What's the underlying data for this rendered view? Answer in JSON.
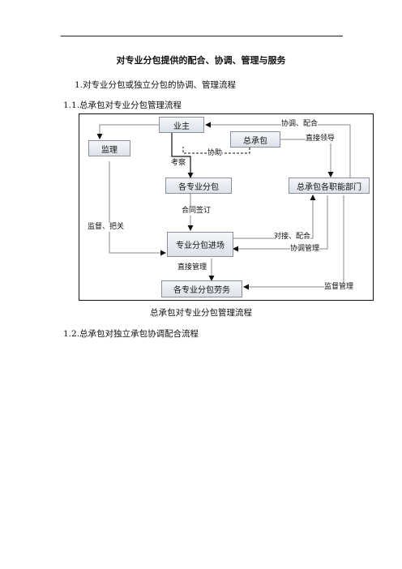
{
  "doc": {
    "title": "对专业分包提供的配合、协调、管理与服务",
    "heading1": "1.对专业分包或独立分包的协调、管理流程",
    "heading2": "1.1.总承包对专业分包管理流程",
    "caption": "总承包对专业分包管理流程",
    "heading3": "1.2.总承包对独立承包协调配合流程"
  },
  "diagram": {
    "nodes": {
      "owner": "业主",
      "general": "总承包",
      "supervisor": "监理",
      "subcontractors": "各专业分包",
      "departments": "总承包各职能部门",
      "entry": "专业分包进场",
      "labor": "各专业分包劳务"
    },
    "edges": {
      "coordinate": "协调、配合",
      "direct_lead": "直接领导",
      "assist": "协助",
      "inspect": "考察",
      "contract": "合同签订",
      "oversee": "监督、把关",
      "dock": "对接、配合",
      "coord_manage": "协调管理",
      "direct_manage": "直接管理",
      "supervise_manage": "监督管理"
    }
  }
}
